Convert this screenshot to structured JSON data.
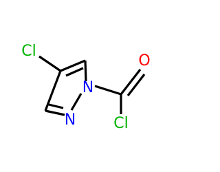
{
  "molecule": {
    "atoms": {
      "cl_ring": {
        "label": "Cl",
        "color": "#00b300"
      },
      "n1": {
        "label": "N",
        "color": "#0000ff"
      },
      "n2": {
        "label": "N",
        "color": "#0000ff"
      },
      "o": {
        "label": "O",
        "color": "#ff0000"
      },
      "cl_acyl": {
        "label": "Cl",
        "color": "#00b300"
      }
    },
    "bond_color": "#000000"
  }
}
